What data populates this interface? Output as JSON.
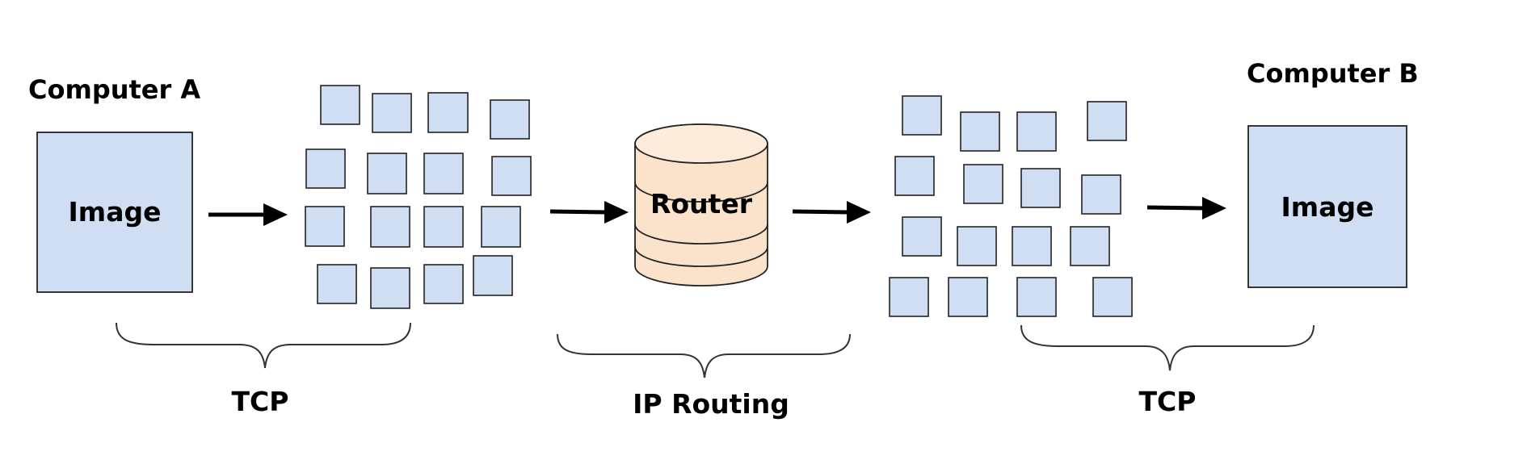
{
  "computer_a": {
    "title": "Computer A",
    "box_label": "Image"
  },
  "computer_b": {
    "title": "Computer B",
    "box_label": "Image"
  },
  "router": {
    "label": "Router"
  },
  "sections": {
    "left": "TCP",
    "middle": "IP Routing",
    "right": "TCP"
  },
  "colors": {
    "packet_fill": "#cfdef2",
    "router_fill": "#fbe3cb"
  }
}
